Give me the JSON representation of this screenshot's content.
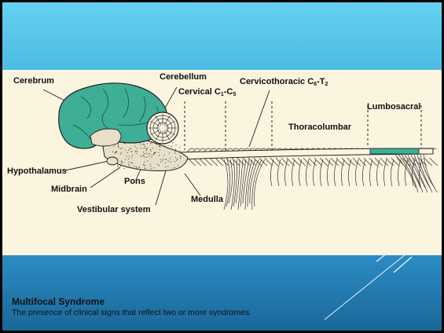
{
  "slide": {
    "colors": {
      "top_band": "#5ac8ec",
      "bottom_band": "#2277ad",
      "figure_bg": "#fbf4df",
      "brain": "#3fae96",
      "lumbosacral_highlight": "#3fae96"
    }
  },
  "figure": {
    "labels": {
      "cerebrum": "Cerebrum",
      "cerebellum": "Cerebellum",
      "cervicothoracic_main": "Cervicothoracic C",
      "cervicothoracic_sub1": "6",
      "cervicothoracic_dash": "-T",
      "cervicothoracic_sub2": "2",
      "cervical_main": "Cervical C",
      "cervical_sub1": "1",
      "cervical_dash": "-C",
      "cervical_sub2": "5",
      "thoracolumbar": "Thoracolumbar",
      "lumbosacral": "Lumbosacral",
      "hypothalamus": "Hypothalamus",
      "midbrain": "Midbrain",
      "pons": "Pons",
      "medulla": "Medulla",
      "vestibular_system": "Vestibular system"
    },
    "caption": {
      "title": "Multifocal Syndrome",
      "text": "The presence of clinical signs that reflect two or more syndromes"
    }
  }
}
